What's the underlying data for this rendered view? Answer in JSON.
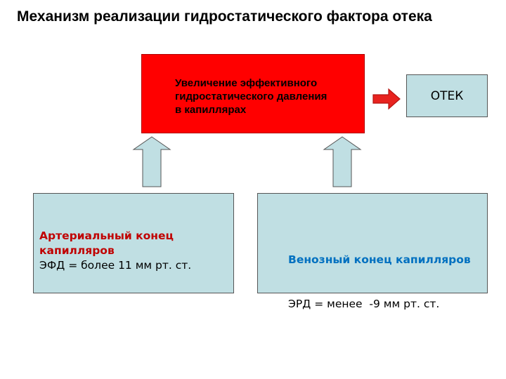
{
  "title": "Механизм реализации гидростатического фактора отека",
  "colors": {
    "red_box": "#ff0000",
    "light_blue": "#c0dfe3",
    "arrow_red": "#e8231f",
    "arrow_up_fill": "#c0dfe3",
    "left_heading": "#c00000",
    "right_heading": "#0070c0"
  },
  "center_box": {
    "lines": [
      "Увеличение эффективного",
      "гидростатического давления",
      "в капиллярах"
    ]
  },
  "result_box": {
    "label": "ОТЕК"
  },
  "left_box": {
    "heading_lines": [
      "Артериальный конец",
      "капилляров"
    ],
    "value": "ЭФД = более 11 мм рт. ст."
  },
  "right_box": {
    "heading": "Венозный конец капилляров",
    "value": "ЭРД = менее  -9 мм рт. ст."
  }
}
